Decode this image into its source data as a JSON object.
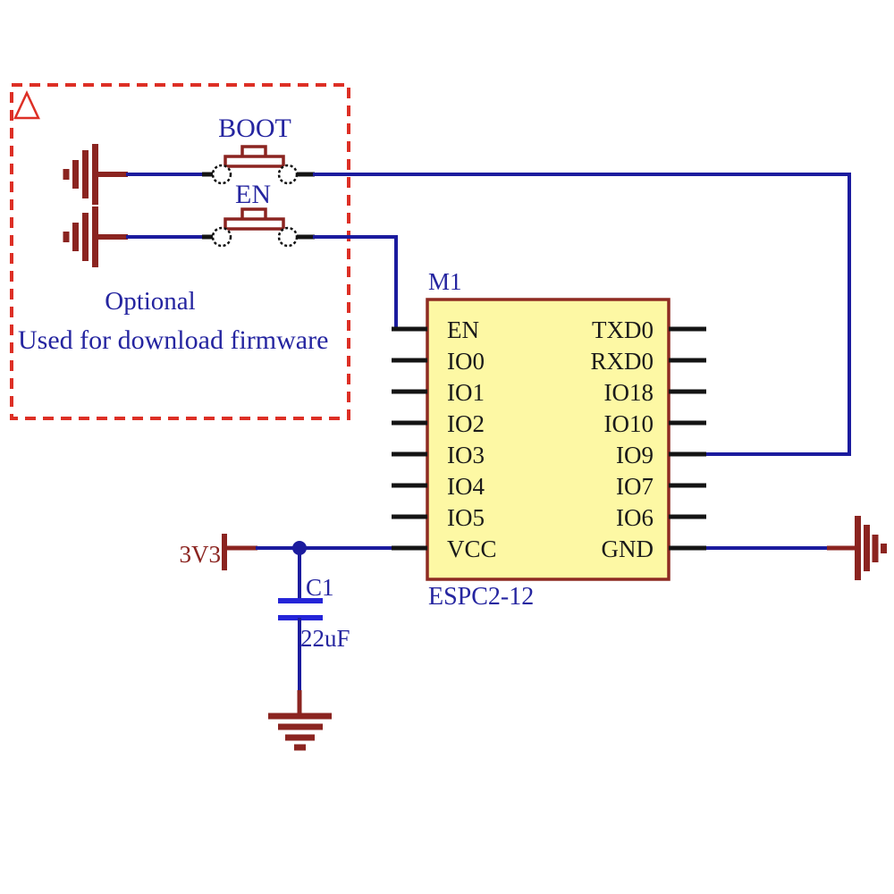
{
  "colors": {
    "wire_blue": "#1b1b9e",
    "component_maroon": "#8b2420",
    "dashed_red": "#dd2f25",
    "label_navy": "#2525a0",
    "pin_text_black": "#1a1a1a",
    "capacitor_blue": "#2525d8",
    "ic_fill_yellow": "#fdf8a4",
    "background": "#ffffff"
  },
  "note_box": {
    "line1": "Optional",
    "line2": "Used for download firmware"
  },
  "switches": {
    "boot": "BOOT",
    "en": "EN"
  },
  "ic": {
    "refdes": "M1",
    "part": "ESPC2-12",
    "pins_left": [
      "EN",
      "IO0",
      "IO1",
      "IO2",
      "IO3",
      "IO4",
      "IO5",
      "VCC"
    ],
    "pins_right": [
      "TXD0",
      "RXD0",
      "IO18",
      "IO10",
      "IO9",
      "IO7",
      "IO6",
      "GND"
    ]
  },
  "power": {
    "net_3v3": "3V3"
  },
  "capacitor": {
    "refdes": "C1",
    "value": "22uF"
  }
}
